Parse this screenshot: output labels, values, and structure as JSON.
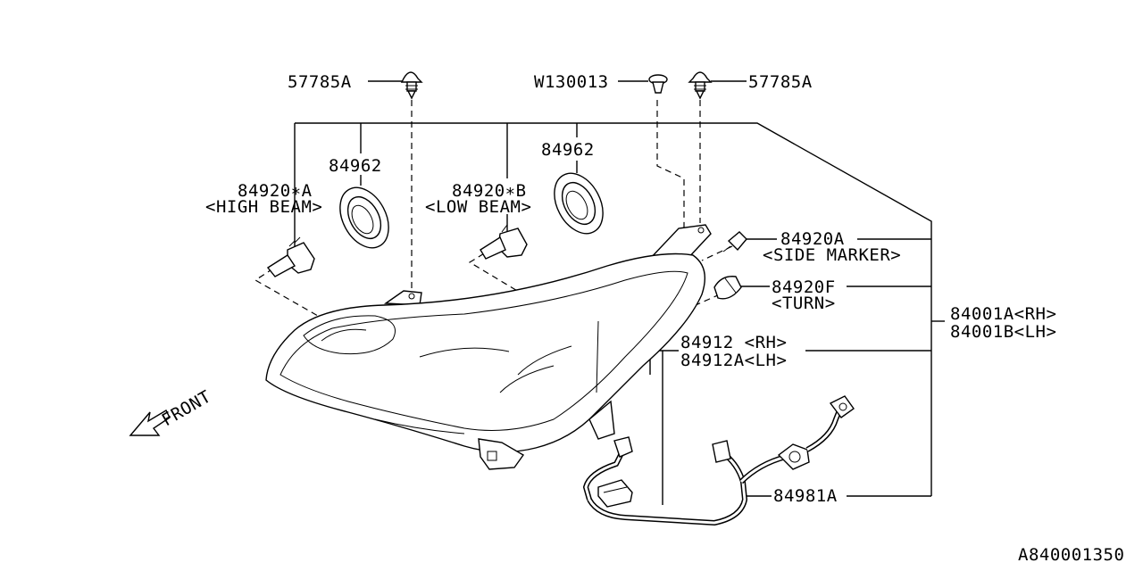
{
  "diagram": {
    "ref_code": "A840001350",
    "front_label": "FRONT",
    "labels": {
      "clip_left": "57785A",
      "clip_mid": "W130013",
      "clip_right": "57785A",
      "cap_left": "84962",
      "cap_right": "84962",
      "bulb_high": "84920∗A",
      "bulb_high_desc": "<HIGH BEAM>",
      "bulb_low": "84920∗B",
      "bulb_low_desc": "<LOW BEAM>",
      "bulb_side": "84920A",
      "bulb_side_desc": "<SIDE MARKER>",
      "bulb_turn": "84920F",
      "bulb_turn_desc": "<TURN>",
      "assy_rh": "84001A<RH>",
      "assy_lh": "84001B<LH>",
      "harness_rh": "84912  <RH>",
      "harness_lh": "84912A<LH>",
      "socket": "84981A"
    }
  }
}
